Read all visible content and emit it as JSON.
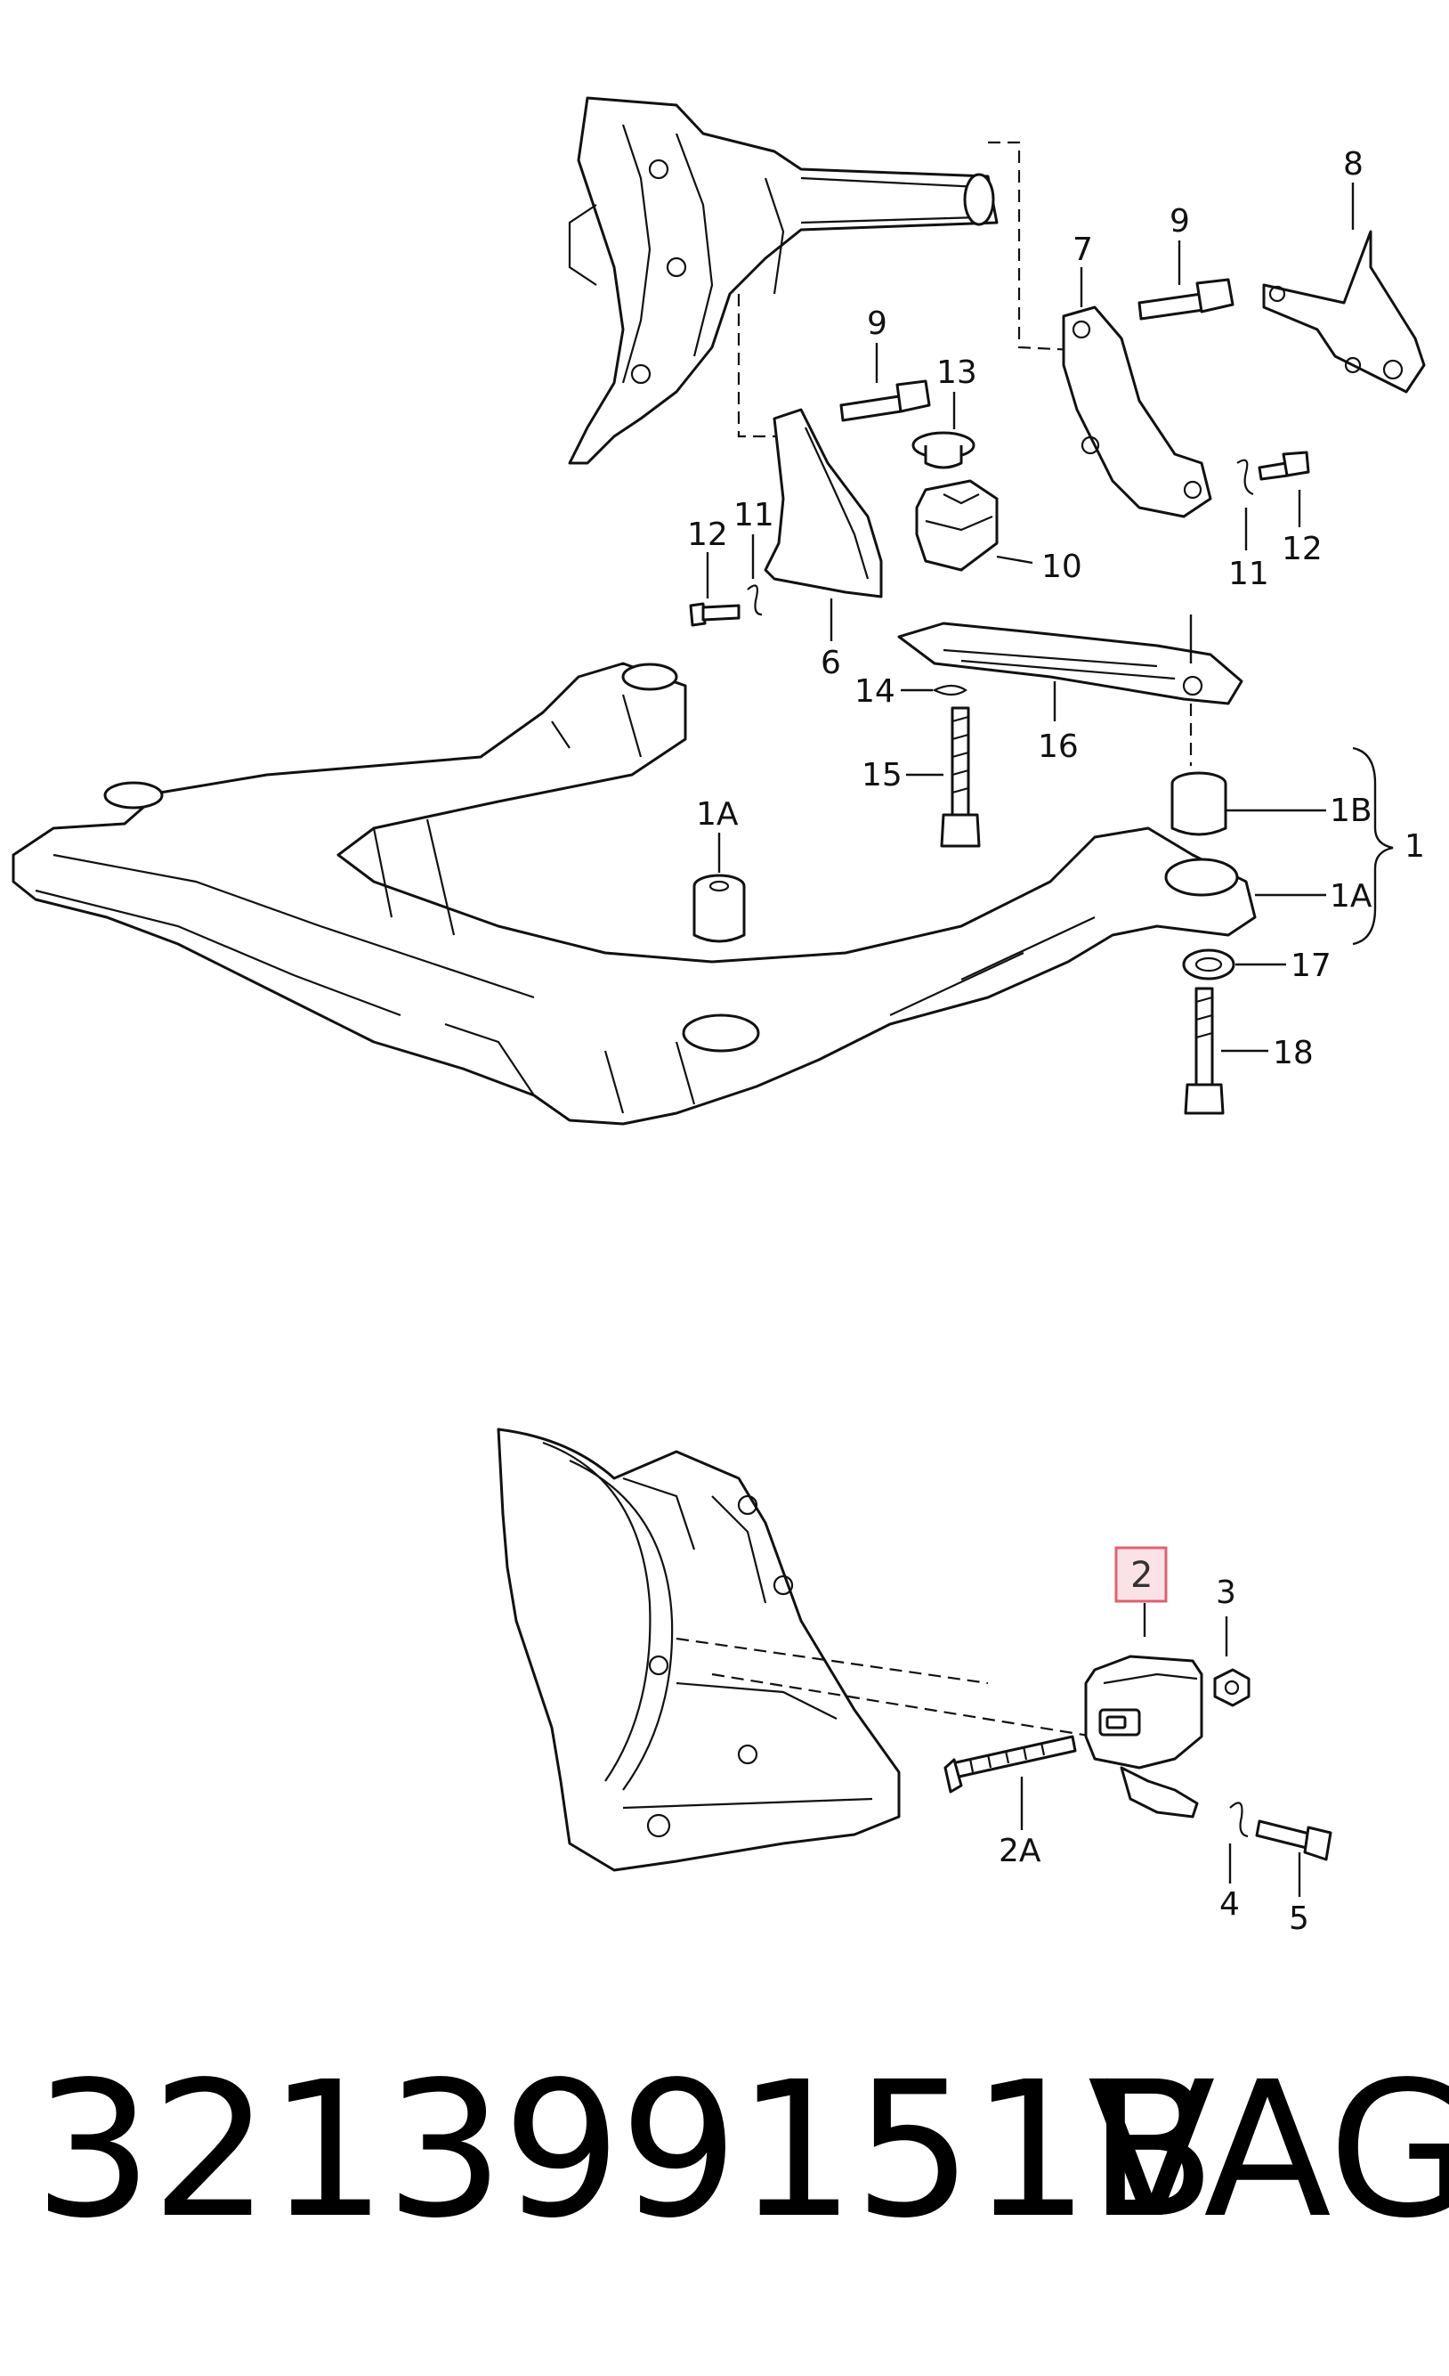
{
  "callouts_upper": {
    "c8": "8",
    "c9a": "9",
    "c7": "7",
    "c9b": "9",
    "c13": "13",
    "c12a": "12",
    "c11a": "11",
    "c10": "10",
    "c6": "6",
    "c11b": "11",
    "c12b": "12",
    "c14": "14",
    "c16": "16",
    "c15": "15",
    "c1A_center": "1A",
    "c1B": "1B",
    "c1A_right": "1A",
    "c1": "1",
    "c17": "17",
    "c18": "18"
  },
  "callouts_lower": {
    "c2": "2",
    "c3": "3",
    "c2A": "2A",
    "c4": "4",
    "c5": "5"
  },
  "highlight_color": "#e06070",
  "footer": {
    "part_number": "321399151B",
    "brand": "VAG"
  }
}
